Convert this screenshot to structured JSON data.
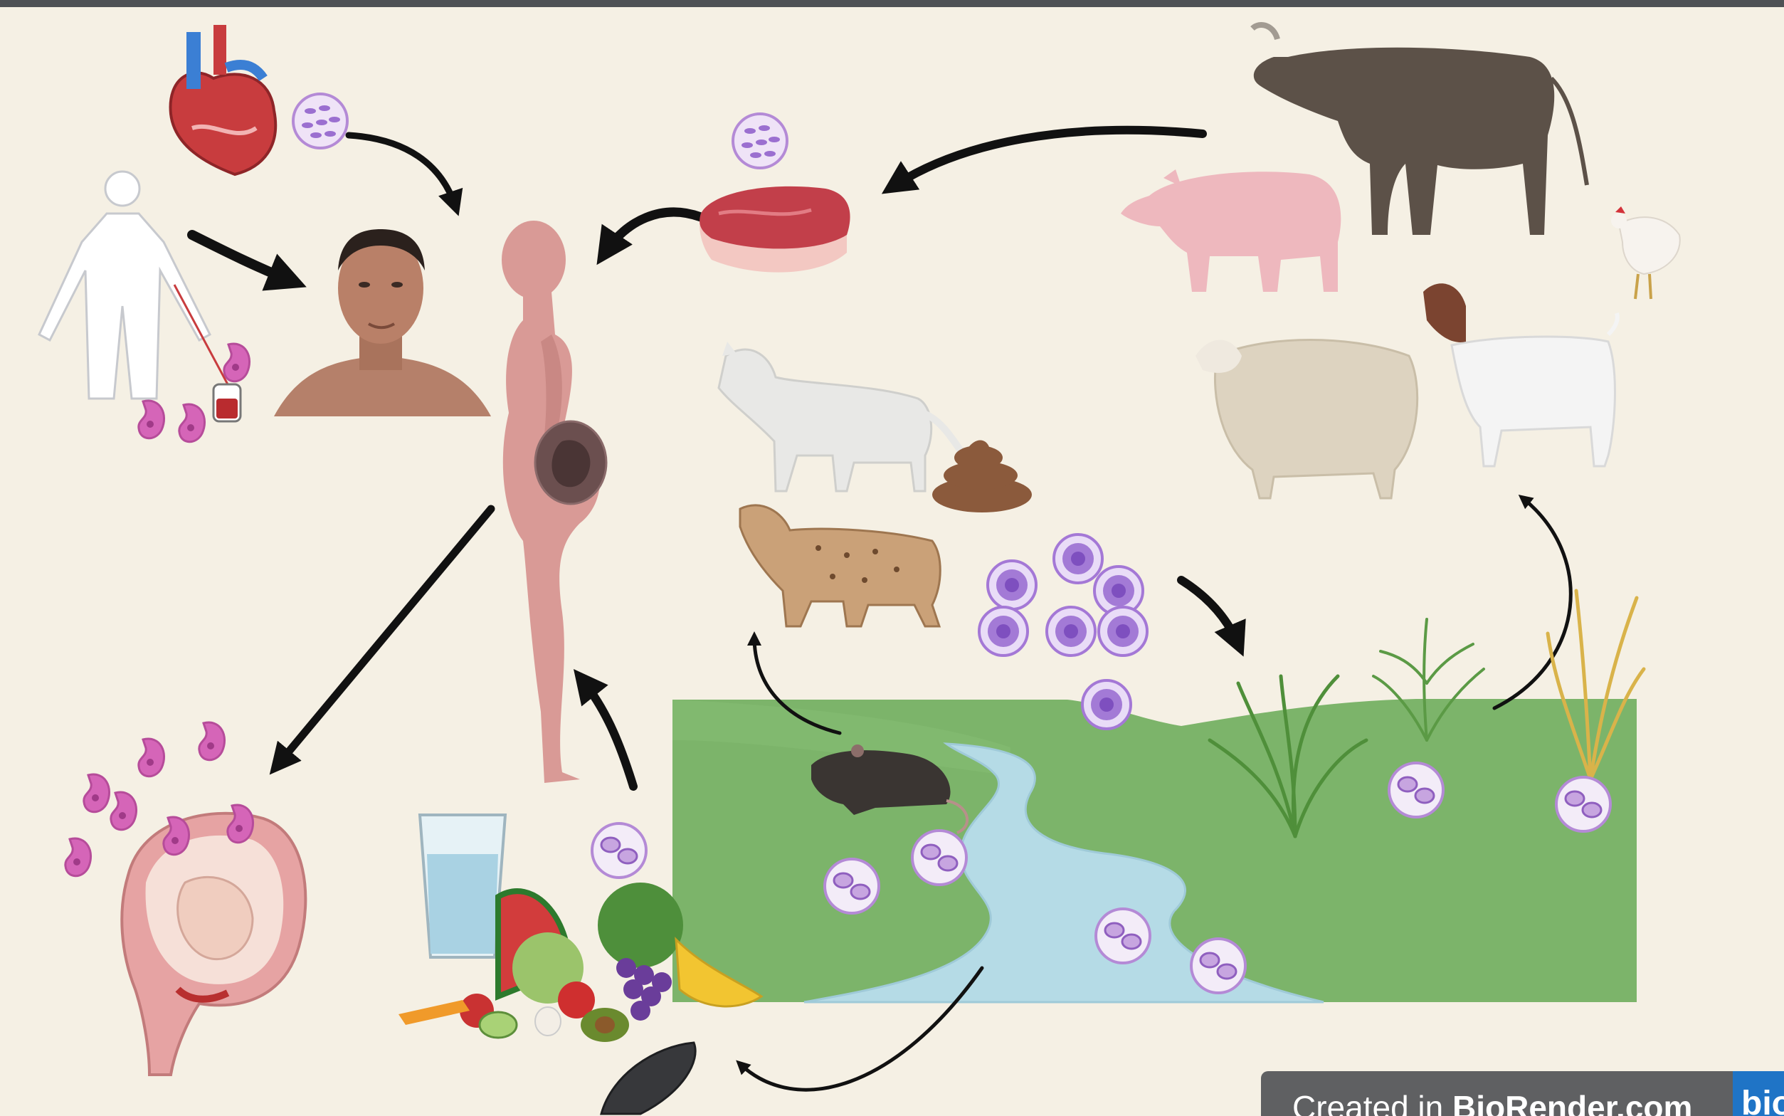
{
  "figure": {
    "colors": {
      "background": "#f5f0e4",
      "arrow": "#111111",
      "field_green": "#7cb46a",
      "stream_blue": "#b5dbe6",
      "oocyst_lilac": "#efe3f7",
      "tachyzoite_pink": "#d565b8",
      "cyst_purple": "#b48ad6"
    },
    "icons": [
      "heart-icon",
      "tissue-cyst-icon",
      "transfusion-donor-icon",
      "blood-bag-icon",
      "man-head-icon",
      "pregnant-woman-icon",
      "raw-meat-icon",
      "bull-icon",
      "pig-icon",
      "chicken-icon",
      "sheep-icon",
      "goat-icon",
      "cat-icon",
      "feces-icon",
      "bobcat-icon",
      "oocyst-icon",
      "grass-icon",
      "grain-icon",
      "rat-icon",
      "stream-icon",
      "water-glass-icon",
      "produce-icon",
      "mussel-icon",
      "fetus-in-uterus-icon",
      "tachyzoite-icon"
    ]
  },
  "watermark": {
    "prefix": "Created in ",
    "brand": "BioRender.com",
    "logo": "bio"
  }
}
